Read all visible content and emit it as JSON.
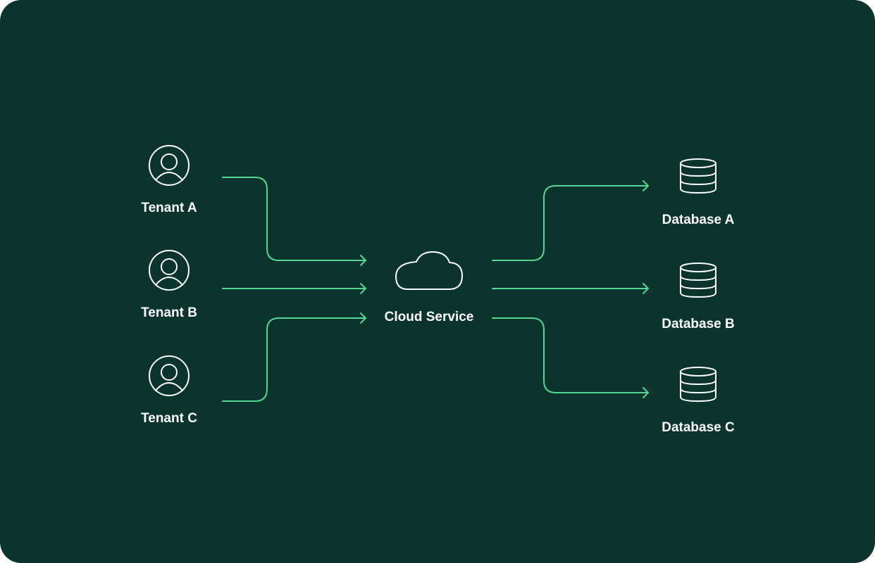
{
  "colors": {
    "background": "#0b342d",
    "outer": "#ffffff",
    "connector": "#53d797",
    "icon_stroke": "#ffffff",
    "text": "#ffffff"
  },
  "tenants": [
    {
      "label": "Tenant A",
      "icon": "user-circle-icon"
    },
    {
      "label": "Tenant B",
      "icon": "user-circle-icon"
    },
    {
      "label": "Tenant C",
      "icon": "user-circle-icon"
    }
  ],
  "service": {
    "label": "Cloud Service",
    "icon": "cloud-icon"
  },
  "databases": [
    {
      "label": "Database A",
      "icon": "database-icon"
    },
    {
      "label": "Database B",
      "icon": "database-icon"
    },
    {
      "label": "Database C",
      "icon": "database-icon"
    }
  ],
  "connections": [
    {
      "from": "Tenant A",
      "to": "Cloud Service"
    },
    {
      "from": "Tenant B",
      "to": "Cloud Service"
    },
    {
      "from": "Tenant C",
      "to": "Cloud Service"
    },
    {
      "from": "Cloud Service",
      "to": "Database A"
    },
    {
      "from": "Cloud Service",
      "to": "Database B"
    },
    {
      "from": "Cloud Service",
      "to": "Database C"
    }
  ]
}
